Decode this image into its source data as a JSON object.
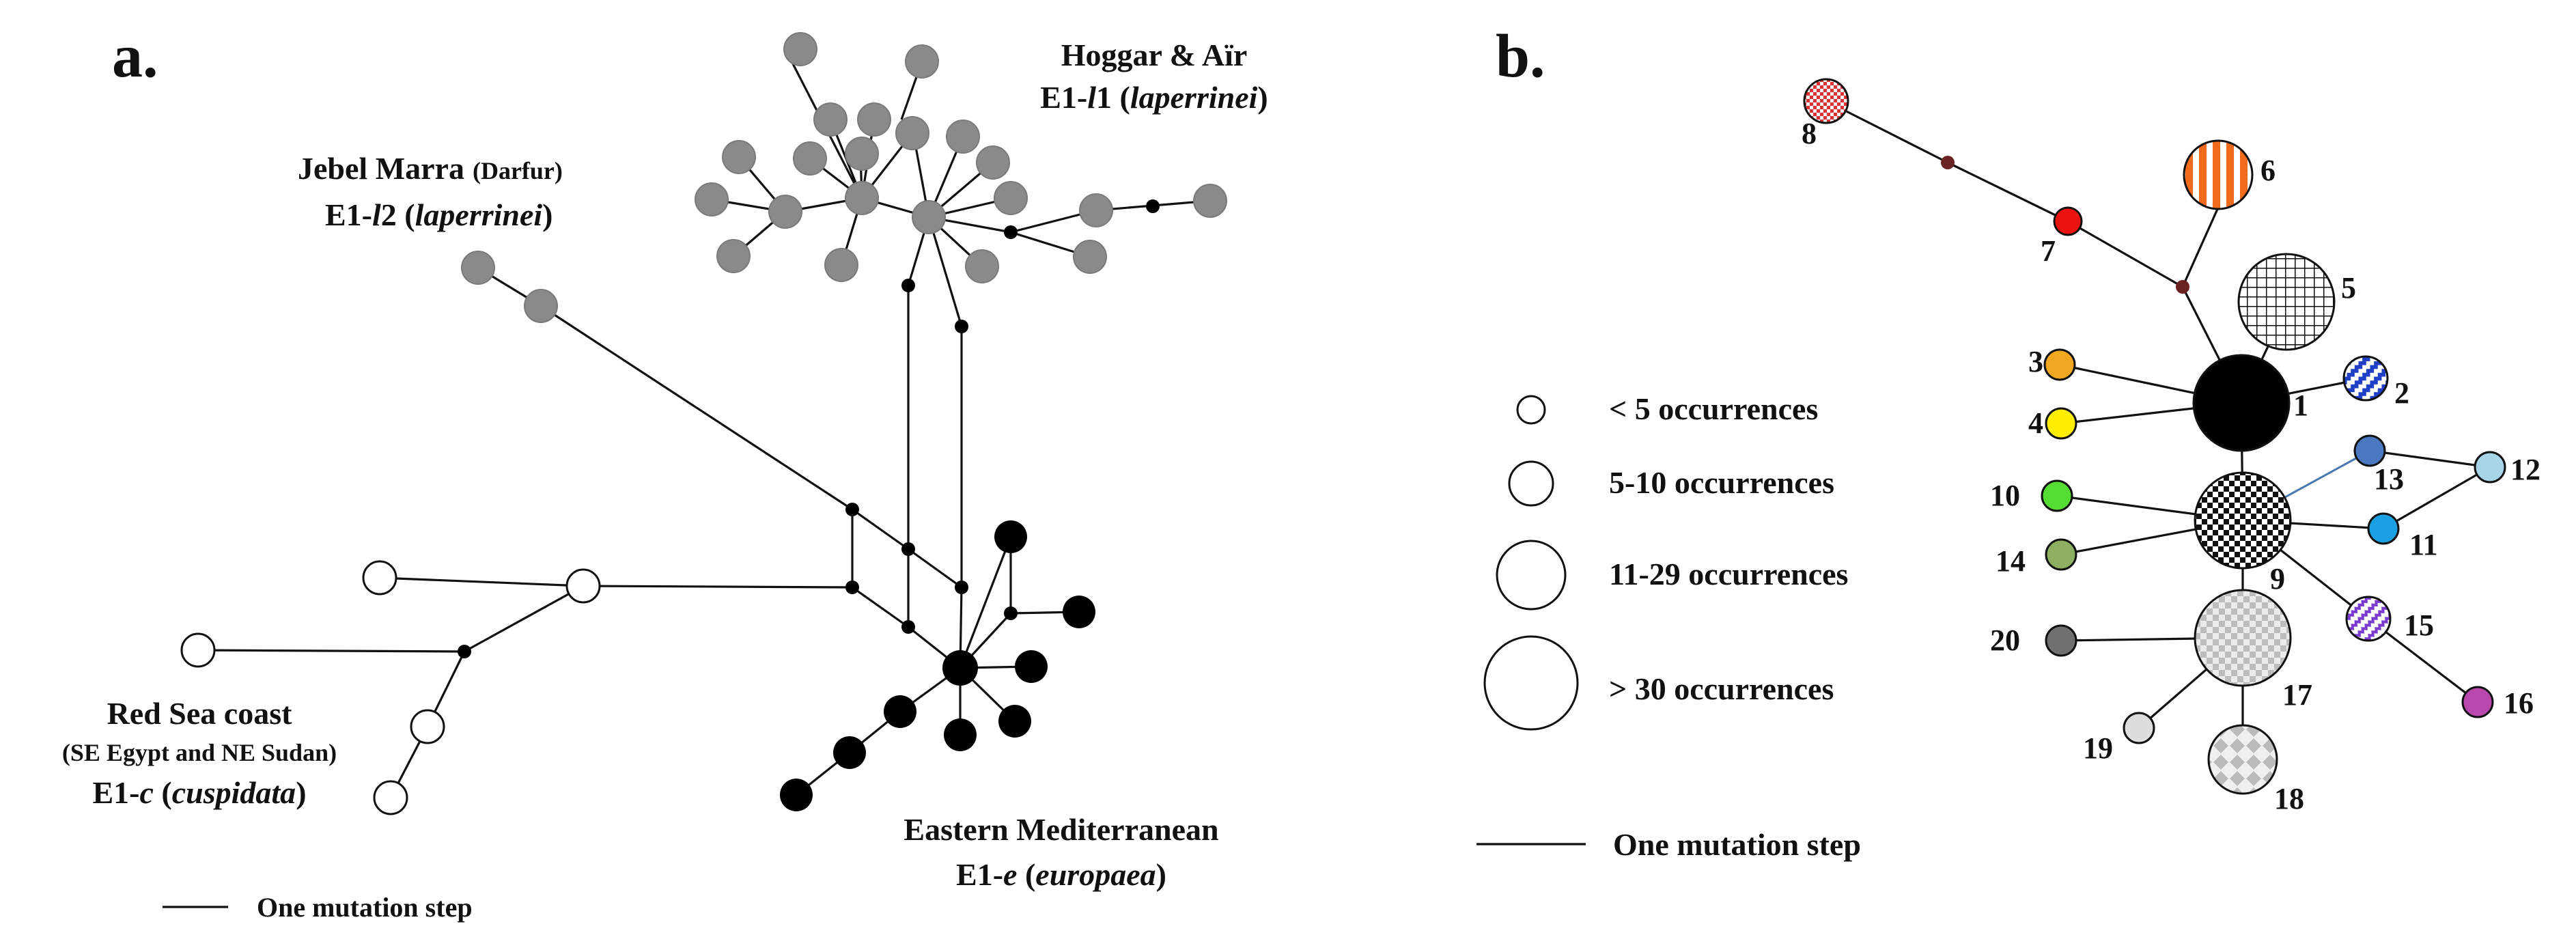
{
  "panel_a": {
    "label": "a.",
    "groups": {
      "hoggar": {
        "line1": "Hoggar & Aïr",
        "line2_pre": "E1-",
        "line2_ital": "l",
        "line2_mid": "1 (",
        "line2_ital2": "laperrinei",
        "line2_post": ")"
      },
      "jebel": {
        "line1_main": "Jebel Marra",
        "line1_small": "(Darfur)",
        "line2_pre": "E1-",
        "line2_ital": "l",
        "line2_mid": "2 (",
        "line2_ital2": "laperrinei",
        "line2_post": ")"
      },
      "redsea": {
        "line1": "Red Sea coast",
        "line2": "(SE Egypt  and NE Sudan)",
        "line3_pre": "E1-",
        "line3_ital": "c",
        "line3_mid": " (",
        "line3_ital2": "cuspidata",
        "line3_post": ")"
      },
      "eastmed": {
        "line1": "Eastern Mediterranean",
        "line2_pre": "E1-",
        "line2_ital": "e",
        "line2_mid": " (",
        "line2_ital2": "europaea",
        "line2_post": ")"
      }
    },
    "scale_label": "One mutation step",
    "colors": {
      "grey": "#8a8a8a",
      "black": "#000000",
      "white": "#ffffff"
    }
  },
  "panel_b": {
    "label": "b.",
    "legend": {
      "items": [
        {
          "label": "< 5 occurrences"
        },
        {
          "label": "5-10 occurrences"
        },
        {
          "label": "11-29 occurrences"
        },
        {
          "label": "> 30 occurrences"
        }
      ]
    },
    "scale_label": "One mutation step",
    "haplotypes": [
      {
        "id": "1",
        "color": "#000000",
        "pattern": "solid"
      },
      {
        "id": "2",
        "color": "#1f3fc7",
        "pattern": "blue-zigzag"
      },
      {
        "id": "3",
        "color": "#f0a820",
        "pattern": "solid"
      },
      {
        "id": "4",
        "color": "#ffee00",
        "pattern": "solid"
      },
      {
        "id": "5",
        "color": "#111111",
        "pattern": "grid"
      },
      {
        "id": "6",
        "color": "#f26a1b",
        "pattern": "orange-stripes"
      },
      {
        "id": "7",
        "color": "#ee1111",
        "pattern": "solid"
      },
      {
        "id": "8",
        "color": "#e03030",
        "pattern": "red-check"
      },
      {
        "id": "9",
        "color": "#111111",
        "pattern": "check"
      },
      {
        "id": "10",
        "color": "#55dd33",
        "pattern": "solid"
      },
      {
        "id": "11",
        "color": "#1aa0e0",
        "pattern": "solid"
      },
      {
        "id": "12",
        "color": "#a8d4e8",
        "pattern": "solid"
      },
      {
        "id": "13",
        "color": "#4a78c0",
        "pattern": "solid"
      },
      {
        "id": "14",
        "color": "#8cb060",
        "pattern": "solid"
      },
      {
        "id": "15",
        "color": "#7a3ad0",
        "pattern": "purple-zigzag"
      },
      {
        "id": "16",
        "color": "#b848b0",
        "pattern": "solid"
      },
      {
        "id": "17",
        "color": "#c8c8c8",
        "pattern": "grey-check"
      },
      {
        "id": "18",
        "color": "#c8c8c8",
        "pattern": "grey-diamond"
      },
      {
        "id": "19",
        "color": "#dddddd",
        "pattern": "solid"
      },
      {
        "id": "20",
        "color": "#707070",
        "pattern": "solid"
      }
    ]
  }
}
